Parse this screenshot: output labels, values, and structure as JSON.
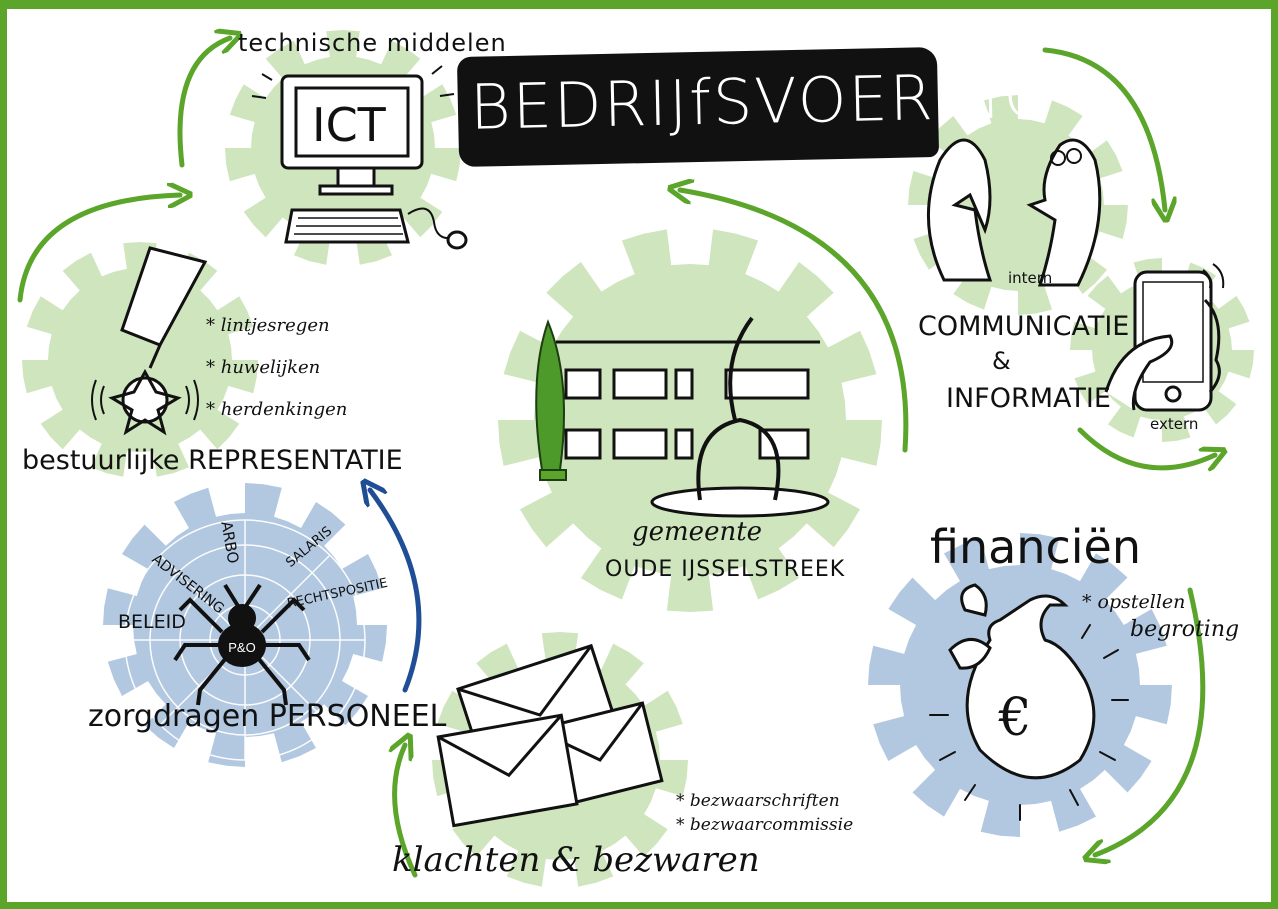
{
  "title": "BEDRIJfSVOERING",
  "sections": {
    "ict": {
      "screen_label": "ICT",
      "caption": "technische middelen"
    },
    "representatie": {
      "items": [
        "lintjesregen",
        "huwelijken",
        "herdenkingen"
      ],
      "caption": "bestuurlijke REPRESENTATIE"
    },
    "gemeente": {
      "line1": "gemeente",
      "line2": "OUDE IJSSELSTREEK"
    },
    "communicatie": {
      "intern": "intern",
      "extern": "extern",
      "line1": "COMMUNICATIE",
      "line2": "&",
      "line3": "INFORMATIE"
    },
    "personeel": {
      "web_words": [
        "ADVISERING",
        "ARBO",
        "SALARIS",
        "BELEID",
        "RECHTSPOSITIE"
      ],
      "spider_label": "P&O",
      "caption": "zorgdragen PERSONEEL"
    },
    "klachten": {
      "items": [
        "bezwaarschriften",
        "bezwaarcommissie"
      ],
      "caption": "klachten & bezwaren"
    },
    "financien": {
      "title": "financiën",
      "items_line1": "opstellen",
      "items_line2": "begroting",
      "currency_symbol": "€"
    }
  },
  "colors": {
    "green_gear": "#cfe5bd",
    "blue_gear": "#b2c7e0",
    "green_arrow": "#5ba52b",
    "blue_arrow": "#1f4e96",
    "frame": "#5ba52b"
  }
}
